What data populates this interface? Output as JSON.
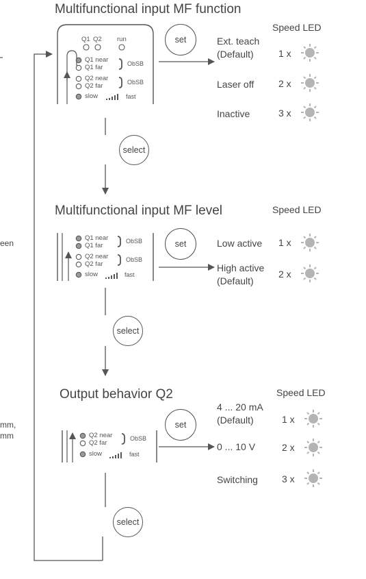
{
  "left_fragments": [
    "een",
    "mm,",
    "mm"
  ],
  "sections": {
    "mf_function": {
      "title": "Multifunctional input MF function",
      "speed_led_label": "Speed LED",
      "set_label": "set",
      "options": [
        {
          "line1": "Ext. teach",
          "line2": "(Default)",
          "count": "1 x"
        },
        {
          "line1": "Laser off",
          "line2": "",
          "count": "2 x"
        },
        {
          "line1": "Inactive",
          "line2": "",
          "count": "3 x"
        }
      ],
      "panel": {
        "q1": "Q1",
        "q2": "Q2",
        "run": "run",
        "rows": [
          "Q1 near",
          "Q1 far",
          "Q2 near",
          "Q2 far",
          "slow"
        ],
        "obsb": "ObSB",
        "fast": "fast"
      }
    },
    "mf_level": {
      "title": "Multifunctional input MF level",
      "speed_led_label": "Speed LED",
      "set_label": "set",
      "options": [
        {
          "line1": "Low active",
          "line2": "",
          "count": "1 x"
        },
        {
          "line1": "High active",
          "line2": "(Default)",
          "count": "2 x"
        }
      ],
      "panel": {
        "rows": [
          "Q1 near",
          "Q1 far",
          "Q2 near",
          "Q2 far",
          "slow"
        ],
        "obsb": "ObSB",
        "fast": "fast"
      }
    },
    "output_q2": {
      "title": "Output behavior Q2",
      "speed_led_label": "Speed LED",
      "set_label": "set",
      "options": [
        {
          "line1": "4 ... 20 mA",
          "line2": "(Default)",
          "count": "1 x"
        },
        {
          "line1": "0 ... 10 V",
          "line2": "",
          "count": "2 x"
        },
        {
          "line1": "Switching",
          "line2": "",
          "count": "3 x"
        }
      ],
      "panel": {
        "rows": [
          "Q2 near",
          "Q2 far",
          "slow"
        ],
        "obsb": "ObSB",
        "fast": "fast"
      }
    }
  },
  "select_label": "select",
  "colors": {
    "led": "#b4b4b4",
    "line": "#555555",
    "text": "#444444"
  }
}
